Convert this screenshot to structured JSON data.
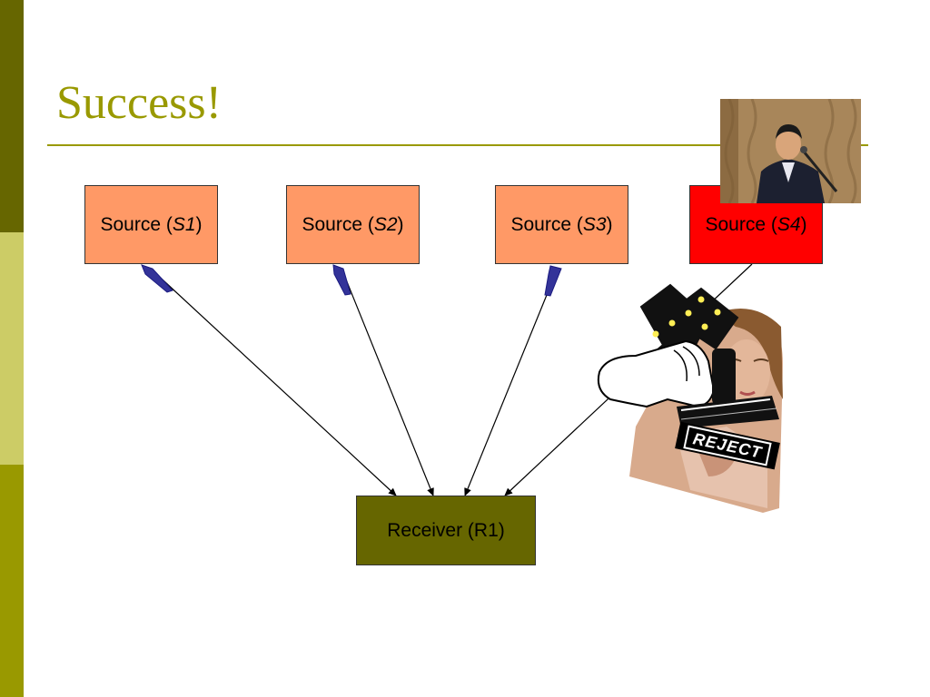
{
  "slide": {
    "title": "Success!"
  },
  "sources": [
    {
      "label": "Source (",
      "var": "S1",
      "close": ")",
      "color": "#ff9966"
    },
    {
      "label": "Source (",
      "var": "S2",
      "close": ")",
      "color": "#ff9966"
    },
    {
      "label": "Source (",
      "var": "S3",
      "close": ")",
      "color": "#ff9966"
    },
    {
      "label": "Source (",
      "var": "S4",
      "close": ")",
      "color": "#ff0000"
    }
  ],
  "receiver": {
    "label": "Receiver (R1)",
    "color": "#666600"
  },
  "stamp": {
    "text": "REJECT"
  },
  "colors": {
    "accent": "#999900",
    "bar_dark": "#666600",
    "bar_light": "#cccc66"
  }
}
